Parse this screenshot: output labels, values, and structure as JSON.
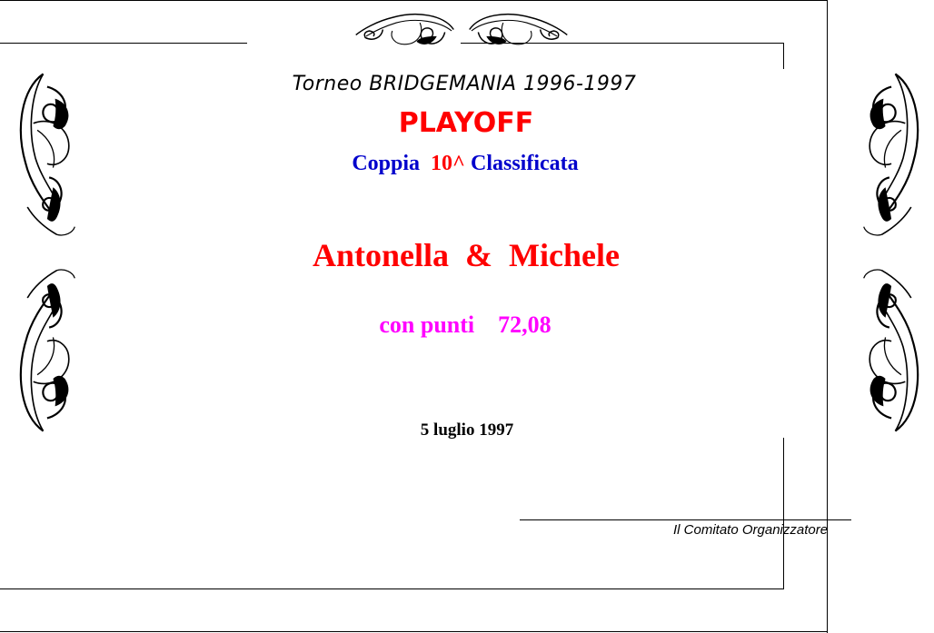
{
  "certificate": {
    "tournament": "Torneo BRIDGEMANIA 1996-1997",
    "stage": "PLAYOFF",
    "ranking": {
      "prefix": "Coppia",
      "position": "10^",
      "suffix": "Classificata"
    },
    "names": "Antonella  &  Michele",
    "points": {
      "label": "con punti",
      "value": "72,08"
    },
    "date": "5 luglio 1997",
    "signature": "Il Comitato Organizzatore"
  },
  "colors": {
    "red": "#ff0000",
    "blue": "#0000cc",
    "magenta": "#ff00ff",
    "black": "#000000"
  },
  "icons": [
    "flourish-ornament-icon"
  ]
}
